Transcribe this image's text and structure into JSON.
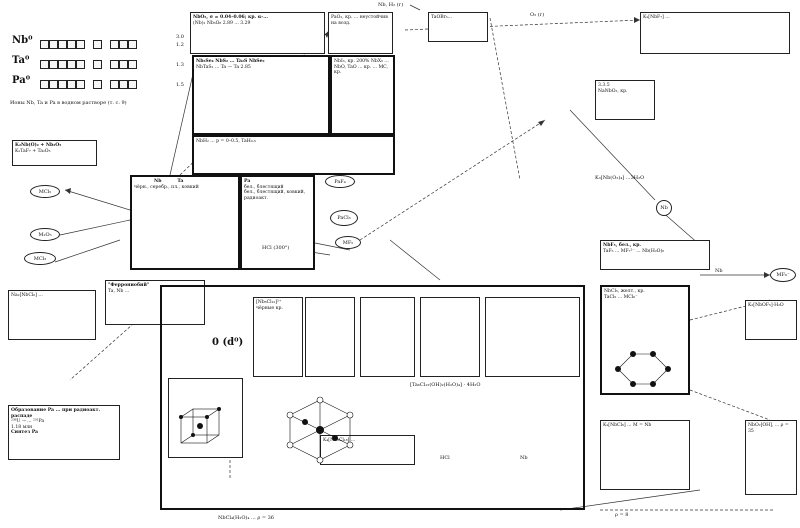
{
  "top": {
    "reaction": "Nb, H₂ (г)",
    "o2": "O₂ (г)"
  },
  "elements": [
    {
      "sym": "Nb⁰",
      "label": "3.0",
      "val": "1.2"
    },
    {
      "sym": "Ta⁰",
      "label": "",
      "val": "1.3"
    },
    {
      "sym": "Pa⁰",
      "label": "",
      "val": "1.5"
    }
  ],
  "ionnote": "Ионы Nb, Ta и Pa в водном растворе (т. с. 9)",
  "nbo": {
    "title": "NbO₂, σ = 0.04–0.06; кр. α-...",
    "body": "(Nb)₂ Nb₃O₈ 2.89 ... 3.29"
  },
  "pao": {
    "title": "PaO₂, кр. ... неустойчив на возд."
  },
  "oxides": {
    "title": "K₂Nb(O)₂ + Nb₂O₅",
    "sub": "K₂TaF₇ + Ta₂O₅"
  },
  "halides_main": {
    "title": "Nb₃Se₄ NbS₂ ... Ta₂S NbSe₂",
    "body": "NbTaS₂ ... Ta — Ta 2.85"
  },
  "halides_right": {
    "title": "NbI₃, кр. 200% NbX₅ ...",
    "body": "NbO, TaO ... кр. ... MC, кр."
  },
  "nbh": {
    "title": "NbH₂ ... р = 0–0.5, TaH₀.₅"
  },
  "cols": [
    "Nb",
    "Ta",
    "Pa"
  ],
  "props": {
    "col1": "чёрн., серебр., пл., ковкий",
    "col2": "бел., блестящий",
    "col3": "бел., блестящий, ковкий, радиоакт."
  },
  "mcl": "MCl₅",
  "mo": "M₂O₅",
  "mclx": "MCl₃",
  "nacl": "Na₂[NbCl₆] ...",
  "ferro": {
    "title": "\"Феррониобий\"",
    "body": "Ta, Nb ..."
  },
  "dn": "0 (d⁰)",
  "mf": "MF₅",
  "hcl": "HCl (300°)",
  "ta_box": {
    "title": "TaOBr₃...",
    "body": "K₂[NbF₇] ..."
  },
  "nb_ion": "Nb",
  "ox3": {
    "title": "3.3.5",
    "body": "NaNbO₃, кр.",
    "formula": "K₃[Nb(O₂)₄] ...3H₂O"
  },
  "clusters": {
    "title": "[Nb₆Cl₁₂]²⁺",
    "note": "чёрные кр."
  },
  "ta_clusters": {
    "title": "[Ta₆Cl₁₂(OH)₂(H₂O)₄] · 4H₂O"
  },
  "mid_formula": "K₄[Nb₆Cl₁₈] ...",
  "right_box": {
    "title": "NbF₅, бел., кр.",
    "body": "TaF₅ ... MF₇²⁻ ... Nb(H₂O)₆"
  },
  "right2": {
    "title": "NbCl₅, желт., кр.",
    "body": "TaCl₅ ... MCl₆⁻"
  },
  "mfx": "MF₆⁻",
  "ptf": "K₂[NbOF₅]·H₂O",
  "bottom1": "NbCl₄(H₂O)₄ ... ρ = 36",
  "bottom2": "NbO₂[OH], ... ρ = 35",
  "bottom3": "K₂[NbCl₆] ... M = Nb",
  "labels": {
    "nb_arr": "Nb",
    "hcl2": "HCl",
    "nb2": "Nb",
    "o8": "ρ = 8"
  },
  "legend": {
    "title": "Образование Pa ... при радиоакт. распаде",
    "body": "²³⁸U → ... ²³¹Pa",
    "date": "1.18 млн",
    "foot": "Синтез Pa"
  }
}
